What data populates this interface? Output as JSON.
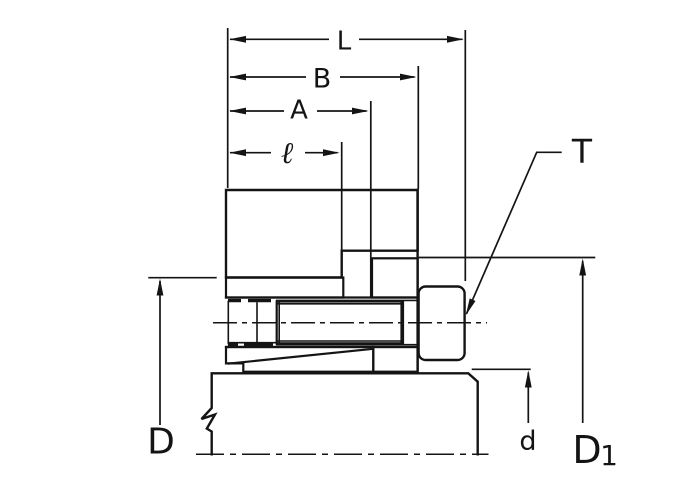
{
  "diagram": {
    "labels": {
      "L": "L",
      "B": "B",
      "A": "A",
      "ell": "ℓ",
      "T": "T",
      "D": "D",
      "d": "d",
      "D1_base": "D",
      "D1_sub": "1"
    },
    "colors": {
      "line": "#141414",
      "background": "#ffffff"
    }
  }
}
